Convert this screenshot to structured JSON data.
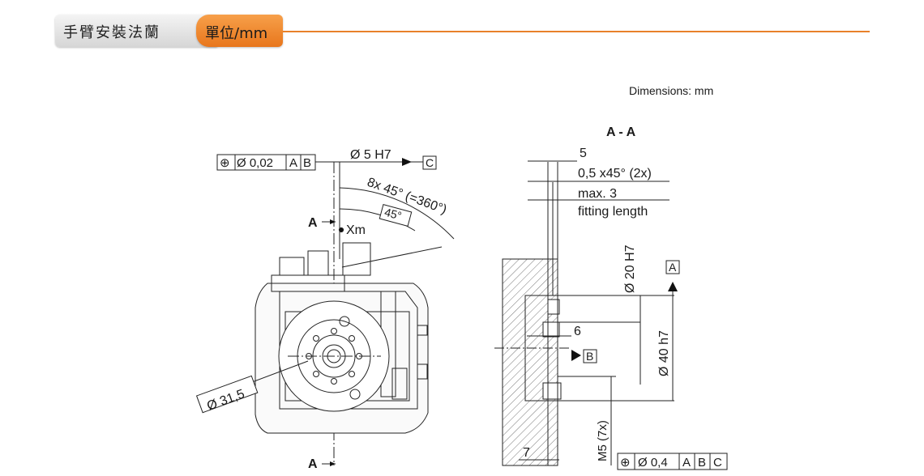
{
  "header": {
    "title": "手臂安裝法蘭",
    "unit": "單位/mm"
  },
  "drawing": {
    "dimensions_note": "Dimensions: mm",
    "section_title": "A - A",
    "left_view": {
      "tol_frame_prefix": "⊕|Ø 0,02|A|B",
      "tol_symbol": "⊕",
      "tol_value": "Ø 0,02",
      "tol_datum_1": "A",
      "tol_datum_2": "B",
      "hole_dim": "Ø 5 H7",
      "datum_c": "C",
      "pattern_dim": "8x 45° (=360°)",
      "angle_box": "45°",
      "section_mark": "A",
      "xm_label": "Xm",
      "pcd_dim": "Ø 31,5"
    },
    "right_view": {
      "dim_5": "5",
      "chamfer": "0,5 x45° (2x)",
      "max_3": "max. 3",
      "fitting_length": "fitting length",
      "bore": "Ø 20 H7",
      "datum_a": "A",
      "outer": "Ø 40 h7",
      "dim_6": "6",
      "datum_b": "B",
      "thread": "M5 (7x)",
      "dim_7": "7",
      "tol_symbol": "⊕",
      "tol_value": "Ø 0,4",
      "tol_datum_1": "A",
      "tol_datum_2": "B",
      "tol_datum_3": "C"
    }
  }
}
